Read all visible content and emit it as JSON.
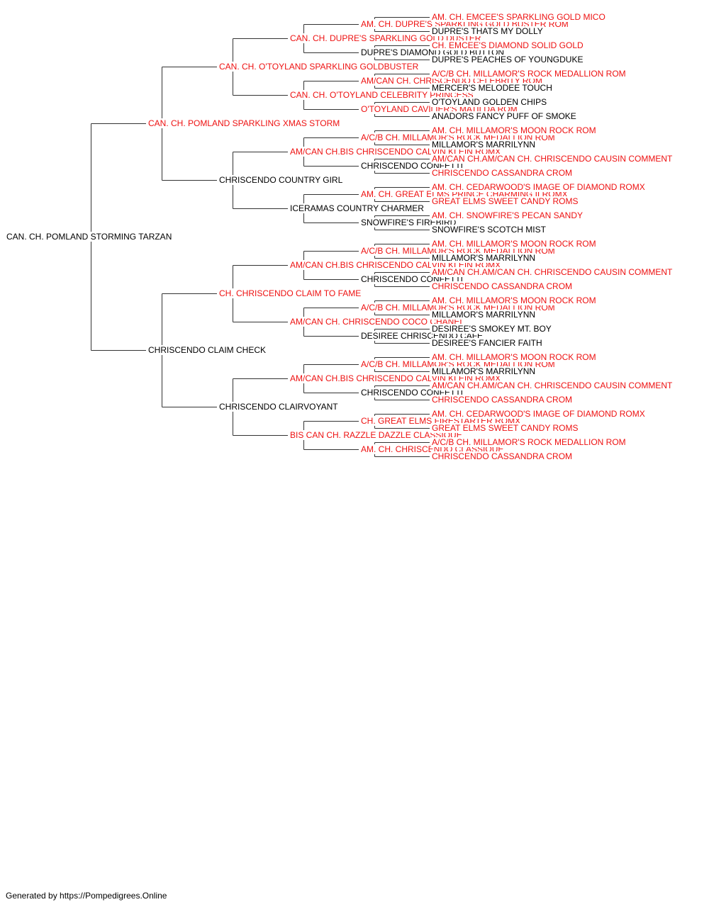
{
  "pedigree": {
    "name": "CAN. CH. POMLAND STORMING TARZAN",
    "champion": false,
    "sire": {
      "name": "CAN. CH. POMLAND SPARKLING XMAS STORM",
      "champion": true,
      "sire": {
        "name": "CAN. CH. O'TOYLAND SPARKLING GOLDBUSTER",
        "champion": true,
        "sire": {
          "name": "CAN. CH. DUPRE'S SPARKLING GOLD DUSTER",
          "champion": true,
          "sire": {
            "name": "AM. CH. DUPRE'S SPARKLING GOLD BUSTER ROM",
            "champion": true,
            "sire": {
              "name": "AM. CH. EMCEE'S SPARKLING GOLD MICO",
              "champion": true
            },
            "dam": {
              "name": "DUPRE'S THATS MY DOLLY",
              "champion": false
            }
          },
          "dam": {
            "name": "DUPRE'S DIAMOND GOLD BUTTON",
            "champion": false,
            "sire": {
              "name": "CH. EMCEE'S DIAMOND SOLID GOLD",
              "champion": true
            },
            "dam": {
              "name": "DUPRE'S PEACHES OF YOUNGDUKE",
              "champion": false
            }
          }
        },
        "dam": {
          "name": "CAN. CH. O'TOYLAND CELEBRITY PRINCESS",
          "champion": true,
          "sire": {
            "name": "AM/CAN CH. CHRISCENDO CELEBRITY ROM",
            "champion": true,
            "sire": {
              "name": "A/C/B CH. MILLAMOR'S ROCK MEDALLION ROM",
              "champion": true
            },
            "dam": {
              "name": "MERCER'S MELODEE TOUCH",
              "champion": false
            }
          },
          "dam": {
            "name": "O'TOYLAND CAVILIER'S MATILDA ROM",
            "champion": true,
            "sire": {
              "name": "O'TOYLAND GOLDEN CHIPS",
              "champion": false
            },
            "dam": {
              "name": "ANADORS FANCY PUFF OF SMOKE",
              "champion": false
            }
          }
        }
      },
      "dam": {
        "name": "CHRISCENDO COUNTRY GIRL",
        "champion": false,
        "sire": {
          "name": "AM/CAN CH.BIS CHRISCENDO CALVIN KLEIN ROMX",
          "champion": true,
          "sire": {
            "name": "A/C/B CH. MILLAMOR'S ROCK MEDALLION ROM",
            "champion": true,
            "sire": {
              "name": "AM. CH. MILLAMOR'S MOON ROCK ROM",
              "champion": true
            },
            "dam": {
              "name": "MILLAMOR'S MARRILYNN",
              "champion": false
            }
          },
          "dam": {
            "name": "CHRISCENDO CONFETTI",
            "champion": false,
            "sire": {
              "name": "AM/CAN CH.AM/CAN CH. CHRISCENDO CAUSIN COMMENT",
              "champion": true
            },
            "dam": {
              "name": "CHRISCENDO CASSANDRA CROM",
              "champion": true
            }
          }
        },
        "dam": {
          "name": "ICERAMAS COUNTRY CHARMER",
          "champion": false,
          "sire": {
            "name": "AM. CH. GREAT ELMS PRINCE CHARMING II ROMX",
            "champion": true,
            "sire": {
              "name": "AM. CH. CEDARWOOD'S IMAGE OF DIAMOND ROMX",
              "champion": true
            },
            "dam": {
              "name": "GREAT ELMS SWEET CANDY ROMS",
              "champion": true
            }
          },
          "dam": {
            "name": "SNOWFIRE'S FIREBIRD",
            "champion": false,
            "sire": {
              "name": "AM. CH. SNOWFIRE'S PECAN SANDY",
              "champion": true
            },
            "dam": {
              "name": "SNOWFIRE'S SCOTCH MIST",
              "champion": false
            }
          }
        }
      }
    },
    "dam": {
      "name": "CHRISCENDO CLAIM CHECK",
      "champion": false,
      "sire": {
        "name": "CH. CHRISCENDO CLAIM TO FAME",
        "champion": true,
        "sire": {
          "name": "AM/CAN CH.BIS CHRISCENDO CALVIN KLEIN ROMX",
          "champion": true,
          "sire": {
            "name": "A/C/B CH. MILLAMOR'S ROCK MEDALLION ROM",
            "champion": true,
            "sire": {
              "name": "AM. CH. MILLAMOR'S MOON ROCK ROM",
              "champion": true
            },
            "dam": {
              "name": "MILLAMOR'S MARRILYNN",
              "champion": false
            }
          },
          "dam": {
            "name": "CHRISCENDO CONFETTI",
            "champion": false,
            "sire": {
              "name": "AM/CAN CH.AM/CAN CH. CHRISCENDO CAUSIN COMMENT",
              "champion": true
            },
            "dam": {
              "name": "CHRISCENDO CASSANDRA CROM",
              "champion": true
            }
          }
        },
        "dam": {
          "name": "AM/CAN CH. CHRISCENDO COCO CHANEL",
          "champion": true,
          "sire": {
            "name": "A/C/B CH. MILLAMOR'S ROCK MEDALLION ROM",
            "champion": true,
            "sire": {
              "name": "AM. CH. MILLAMOR'S MOON ROCK ROM",
              "champion": true
            },
            "dam": {
              "name": "MILLAMOR'S MARRILYNN",
              "champion": false
            }
          },
          "dam": {
            "name": "DESIREE CHRISCENDO CAFE",
            "champion": false,
            "sire": {
              "name": "DESIREE'S SMOKEY MT. BOY",
              "champion": false
            },
            "dam": {
              "name": "DESIREE'S FANCIER FAITH",
              "champion": false
            }
          }
        }
      },
      "dam": {
        "name": "CHRISCENDO CLAIRVOYANT",
        "champion": false,
        "sire": {
          "name": "AM/CAN CH.BIS CHRISCENDO CALVIN KLEIN ROMX",
          "champion": true,
          "sire": {
            "name": "A/C/B CH. MILLAMOR'S ROCK MEDALLION ROM",
            "champion": true,
            "sire": {
              "name": "AM. CH. MILLAMOR'S MOON ROCK ROM",
              "champion": true
            },
            "dam": {
              "name": "MILLAMOR'S MARRILYNN",
              "champion": false
            }
          },
          "dam": {
            "name": "CHRISCENDO CONFETTI",
            "champion": false,
            "sire": {
              "name": "AM/CAN CH.AM/CAN CH. CHRISCENDO CAUSIN COMMENT",
              "champion": true
            },
            "dam": {
              "name": "CHRISCENDO CASSANDRA CROM",
              "champion": true
            }
          }
        },
        "dam": {
          "name": "BIS CAN CH. RAZZLE DAZZLE CLASSIQUE",
          "champion": true,
          "sire": {
            "name": "CH. GREAT ELMS FIRESTARTER ROMX",
            "champion": true,
            "sire": {
              "name": "AM. CH. CEDARWOOD'S IMAGE OF DIAMOND ROMX",
              "champion": true
            },
            "dam": {
              "name": "GREAT ELMS SWEET CANDY ROMS",
              "champion": true
            }
          },
          "dam": {
            "name": "AM. CH. CHRISCENDO CLASSIQUE",
            "champion": true,
            "sire": {
              "name": "A/C/B CH. MILLAMOR'S ROCK MEDALLION ROM",
              "champion": true
            },
            "dam": {
              "name": "CHRISCENDO CASSANDRA CROM",
              "champion": true
            }
          }
        }
      }
    }
  },
  "colors": {
    "champion_text": "#ee1111",
    "regular_text": "#000000",
    "connector_line": "#333333"
  },
  "footer": "Generated by https://Pompedigrees.Online"
}
